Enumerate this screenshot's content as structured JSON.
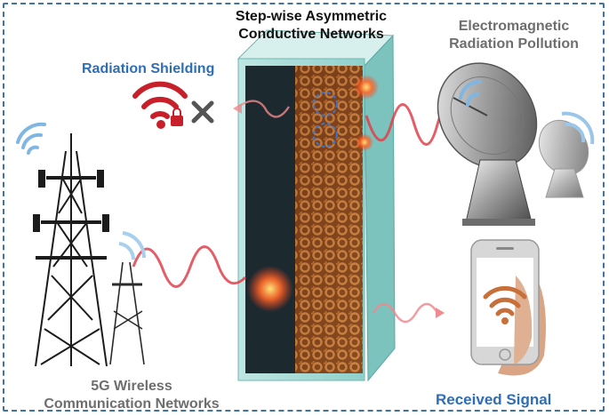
{
  "labels": {
    "title_line1": "Step-wise Asymmetric",
    "title_line2": "Conductive Networks",
    "pollution_line1": "Electromagnetic",
    "pollution_line2": "Radiation Pollution",
    "shielding": "Radiation Shielding",
    "network_line1": "5G Wireless",
    "network_line2": "Communication Networks",
    "received": "Received Signal"
  },
  "colors": {
    "label_blue": "#2f6db5",
    "label_gray": "#6e6e6e",
    "wave_red": "#e0414b",
    "shield_red": "#c8202a",
    "phone_wifi": "#c8703a",
    "frame": "#3f73a7"
  },
  "icons": [
    "wifi-lock-icon",
    "blocked-x-icon",
    "signal-wifi-icon",
    "phone-wifi-icon"
  ]
}
